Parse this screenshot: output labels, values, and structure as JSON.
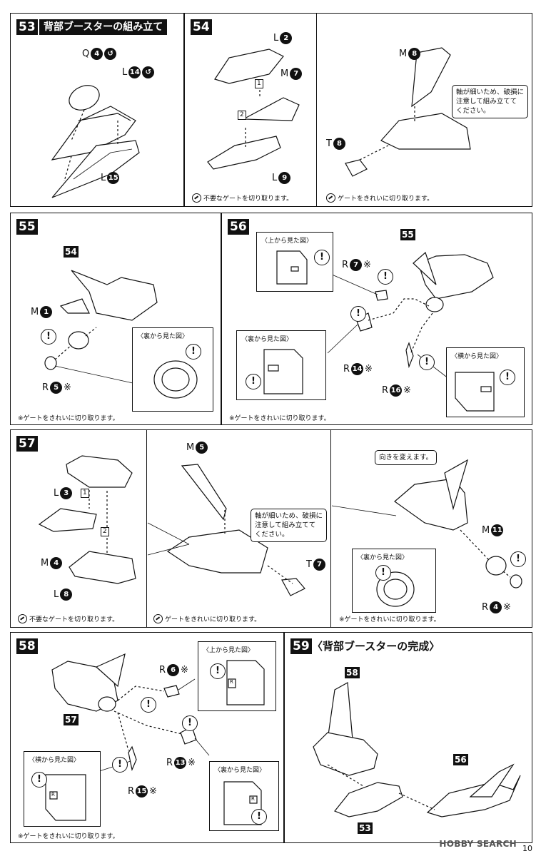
{
  "step53": {
    "num": "53",
    "title": "背部ブースターの組み立て",
    "labels": {
      "q": "Q",
      "q_num": "4",
      "l1": "L",
      "l1_num": "14",
      "l2": "L",
      "l2_num": "15"
    }
  },
  "step54": {
    "num": "54",
    "labels": {
      "l2": "L",
      "l2_num": "2",
      "m7": "M",
      "m7_num": "7",
      "l9": "L",
      "l9_num": "9",
      "m8": "M",
      "m8_num": "8",
      "t8": "T",
      "t8_num": "8",
      "box1": "1",
      "box2": "2"
    },
    "bubble": "軸が細いため、破損に\n注意して組み立てて\nください。",
    "note1": "不要なゲートを切り取ります。",
    "note2": "ゲートをきれいに切り取ります。"
  },
  "step55": {
    "num": "55",
    "ref": "54",
    "labels": {
      "m1": "M",
      "m1_num": "1",
      "r5": "R",
      "r5_num": "5",
      "mark": "※"
    },
    "view": "〈裏から見た図〉",
    "note": "※ゲートをきれいに切り取ります。"
  },
  "step56": {
    "num": "56",
    "ref": "55",
    "labels": {
      "r7": "R",
      "r7_num": "7",
      "r14": "R",
      "r14_num": "14",
      "r16": "R",
      "r16_num": "16",
      "mark": "※"
    },
    "view_top": "〈上から見た図〉",
    "view_back": "〈裏から見た図〉",
    "view_side": "〈横から見た図〉",
    "note": "※ゲートをきれいに切り取ります。"
  },
  "step57": {
    "num": "57",
    "labels": {
      "l3": "L",
      "l3_num": "3",
      "m4": "M",
      "m4_num": "4",
      "l8": "L",
      "l8_num": "8",
      "m5": "M",
      "m5_num": "5",
      "t7": "T",
      "t7_num": "7",
      "m11": "M",
      "m11_num": "11",
      "r4": "R",
      "r4_num": "4",
      "box1": "1",
      "box2": "2",
      "mark": "※"
    },
    "bubble": "軸が細いため、破損に\n注意して組み立てて\nください。",
    "bubble_turn": "向きを変えます。",
    "view": "〈裏から見た図〉",
    "note1": "不要なゲートを切り取ります。",
    "note2": "ゲートをきれいに切り取ります。",
    "note3": "※ゲートをきれいに切り取ります。"
  },
  "step58": {
    "num": "58",
    "ref": "57",
    "labels": {
      "r6": "R",
      "r6_num": "6",
      "r13": "R",
      "r13_num": "13",
      "r15": "R",
      "r15_num": "15",
      "mark": "※",
      "r_tag": "R"
    },
    "view_top": "〈上から見た図〉",
    "view_back": "〈裏から見た図〉",
    "view_side": "〈横から見た図〉",
    "note": "※ゲートをきれいに切り取ります。"
  },
  "step59": {
    "num": "59",
    "title": "〈背部ブースターの完成〉",
    "ref_a": "58",
    "ref_b": "56",
    "ref_c": "53"
  },
  "excl": "!",
  "watermark": "HOBBY SEARCH",
  "page_number": "10"
}
